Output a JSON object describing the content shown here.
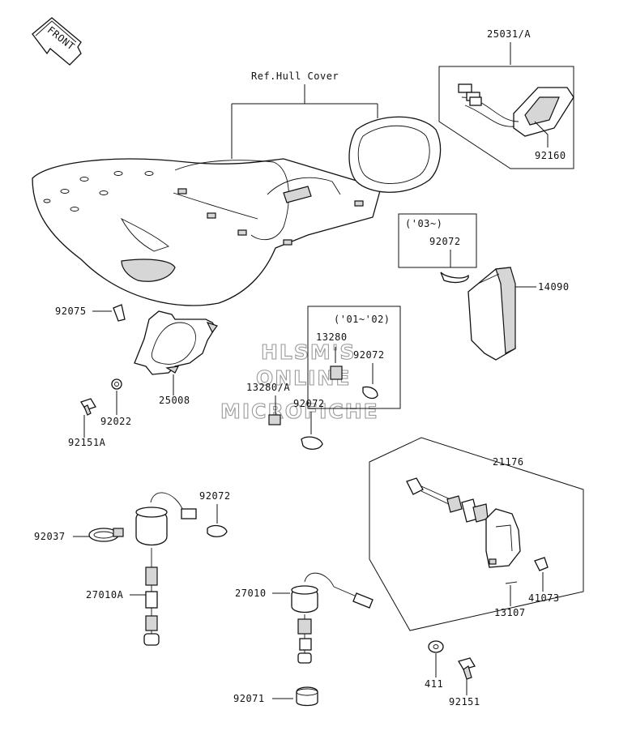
{
  "front_badge": "FRONT",
  "watermark": [
    "HLSM'S",
    "ONLINE",
    "MICROFICHE"
  ],
  "labels": {
    "ref_hull_cover": "Ref.Hull Cover",
    "p25031a": "25031/A",
    "p92160": "92160",
    "yr03": "('03~)",
    "p92072_a": "92072",
    "p14090": "14090",
    "p92075": "92075",
    "yr01_02": "('01~'02)",
    "p13280": "13280",
    "p92072_b": "92072",
    "p13280a": "13280/A",
    "p92072_c": "92072",
    "p25008": "25008",
    "p92022": "92022",
    "p92151a": "92151A",
    "p21176": "21176",
    "p92072_d": "92072",
    "p92037": "92037",
    "p27010a": "27010A",
    "p27010": "27010",
    "p41073": "41073",
    "p13107": "13107",
    "p411": "411",
    "p92151": "92151",
    "p92071": "92071"
  }
}
